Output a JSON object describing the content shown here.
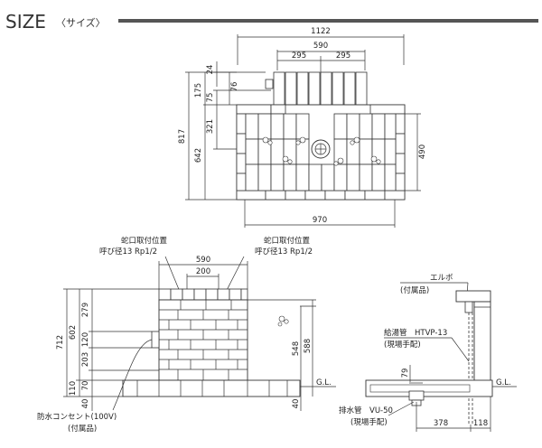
{
  "title": {
    "main": "SIZE",
    "sub": "〈サイズ〉"
  },
  "top_view": {
    "dims": {
      "overall_width": "1122",
      "counter_width": "590",
      "half_left": "295",
      "half_right": "295",
      "d24": "24",
      "d175": "175",
      "d75": "75",
      "d76": "76",
      "d321": "321",
      "d642": "642",
      "d817": "817",
      "d490": "490",
      "base_width": "970"
    }
  },
  "front_view": {
    "faucet_label_left_1": "蛇口取付位置",
    "faucet_label_left_2": "呼び径13 Rp1/2",
    "faucet_label_right_1": "蛇口取付位置",
    "faucet_label_right_2": "呼び径13 Rp1/2",
    "dims": {
      "top_width": "590",
      "tap_spacing": "200",
      "h712": "712",
      "h602": "602",
      "h279": "279",
      "h120": "120",
      "h203": "203",
      "h70": "70",
      "h110": "110",
      "h40": "40",
      "h548": "548",
      "h588": "588",
      "h40b": "40"
    },
    "gl": "G.L.",
    "outlet_label_1": "防水コンセント(100V)",
    "outlet_label_2": "(付属品)"
  },
  "side_view": {
    "elbow_1": "エルボ",
    "elbow_2": "(付属品)",
    "hot_pipe_1": "給湯管　HTVP-13",
    "hot_pipe_2": "(現場手配)",
    "drain_1": "排水管　VU-50",
    "drain_2": "(現場手配)",
    "gl": "G.L.",
    "dims": {
      "d79": "79",
      "d378": "378",
      "d118": "118"
    }
  }
}
